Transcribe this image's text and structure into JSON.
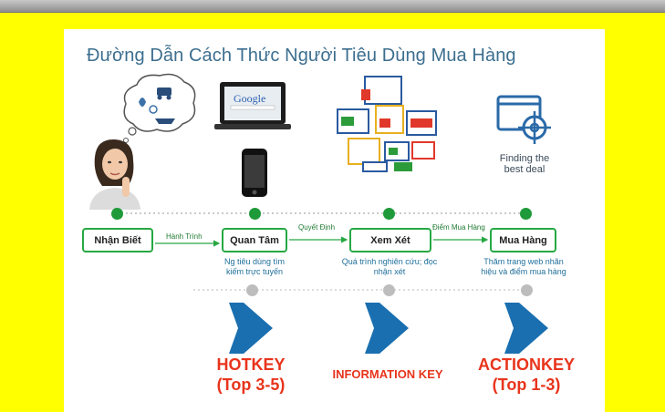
{
  "title": "Đường Dẫn Cách Thức Người Tiêu Dùng Mua Hàng",
  "laptop_screen_text": "Google",
  "finding_text": "Finding the best deal",
  "stages": [
    {
      "label": "Nhận Biết"
    },
    {
      "label": "Quan Tâm"
    },
    {
      "label": "Xem Xét"
    },
    {
      "label": "Mua Hàng"
    }
  ],
  "connectors": [
    "Hành Trình",
    "Quyết Định",
    "Điểm Mua Hàng"
  ],
  "descriptions": [
    "Ng tiêu dùng tìm kiếm trực tuyến",
    "Quá trình nghiên cứu; đọc nhận xét",
    "Thăm trang web nhãn hiệu và điểm mua hàng"
  ],
  "keys": [
    {
      "line1": "HOTKEY",
      "line2": "(Top 3-5)"
    },
    {
      "line1": "INFORMATION KEY",
      "line2": ""
    },
    {
      "line1": "ACTIONKEY",
      "line2": "(Top 1-3)"
    }
  ],
  "colors": {
    "stage_border": "#27a843",
    "accent_red": "#e8341c",
    "arrow_blue": "#1a6fb0",
    "title_blue": "#3c6e8f"
  }
}
